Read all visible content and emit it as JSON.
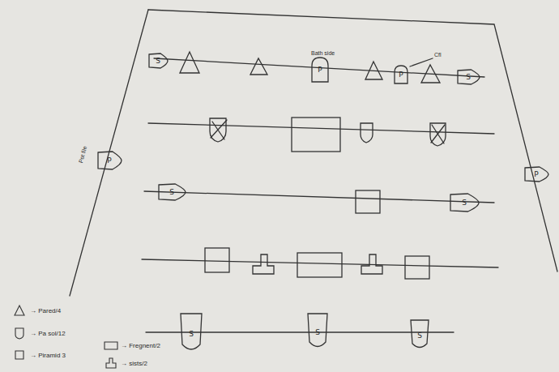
{
  "diagram": {
    "nodes": [
      {
        "text": [
          "S"
        ]
      },
      {
        "text": [
          "P"
        ]
      },
      {
        "text": [
          "P"
        ]
      },
      {
        "text": [
          "S"
        ]
      },
      {
        "text": [
          "P"
        ]
      },
      {
        "text": [
          "P"
        ]
      },
      {
        "text": [
          "S"
        ]
      },
      {
        "text": [
          "S"
        ]
      },
      {
        "text": [
          "S"
        ]
      },
      {
        "text": [
          "S"
        ]
      },
      {
        "text": [
          "S"
        ]
      }
    ],
    "labels": [
      "Bath side",
      "Cfl",
      "Pot file"
    ],
    "legend": [
      {
        "text": "→ Pared/4"
      },
      {
        "text": "→ Pa sol/12"
      },
      {
        "text": "→ Piramid 3"
      },
      {
        "text": "→ Fregnent/2"
      },
      {
        "text": "→ sists/2"
      }
    ]
  }
}
